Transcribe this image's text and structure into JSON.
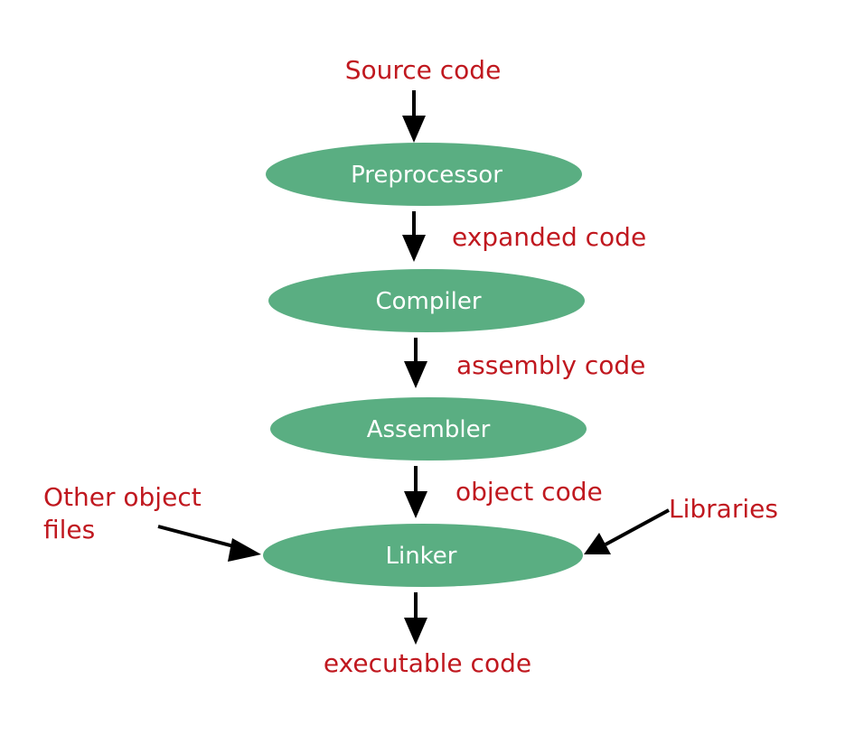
{
  "colors": {
    "node_fill": "#5aae82",
    "node_text": "#ffffff",
    "label_text": "#c0181f",
    "arrow": "#000000",
    "background": "#ffffff"
  },
  "input": {
    "label": "Source code"
  },
  "nodes": {
    "preprocessor": {
      "label": "Preprocessor"
    },
    "compiler": {
      "label": "Compiler"
    },
    "assembler": {
      "label": "Assembler"
    },
    "linker": {
      "label": "Linker"
    }
  },
  "edges": {
    "preprocessor_to_compiler": {
      "label": "expanded code"
    },
    "compiler_to_assembler": {
      "label": "assembly code"
    },
    "assembler_to_linker": {
      "label": "object code"
    }
  },
  "side_inputs": {
    "other_object_files": {
      "line1": "Other object",
      "line2": "files"
    },
    "libraries": {
      "label": "Libraries"
    }
  },
  "output": {
    "label": "executable code"
  }
}
